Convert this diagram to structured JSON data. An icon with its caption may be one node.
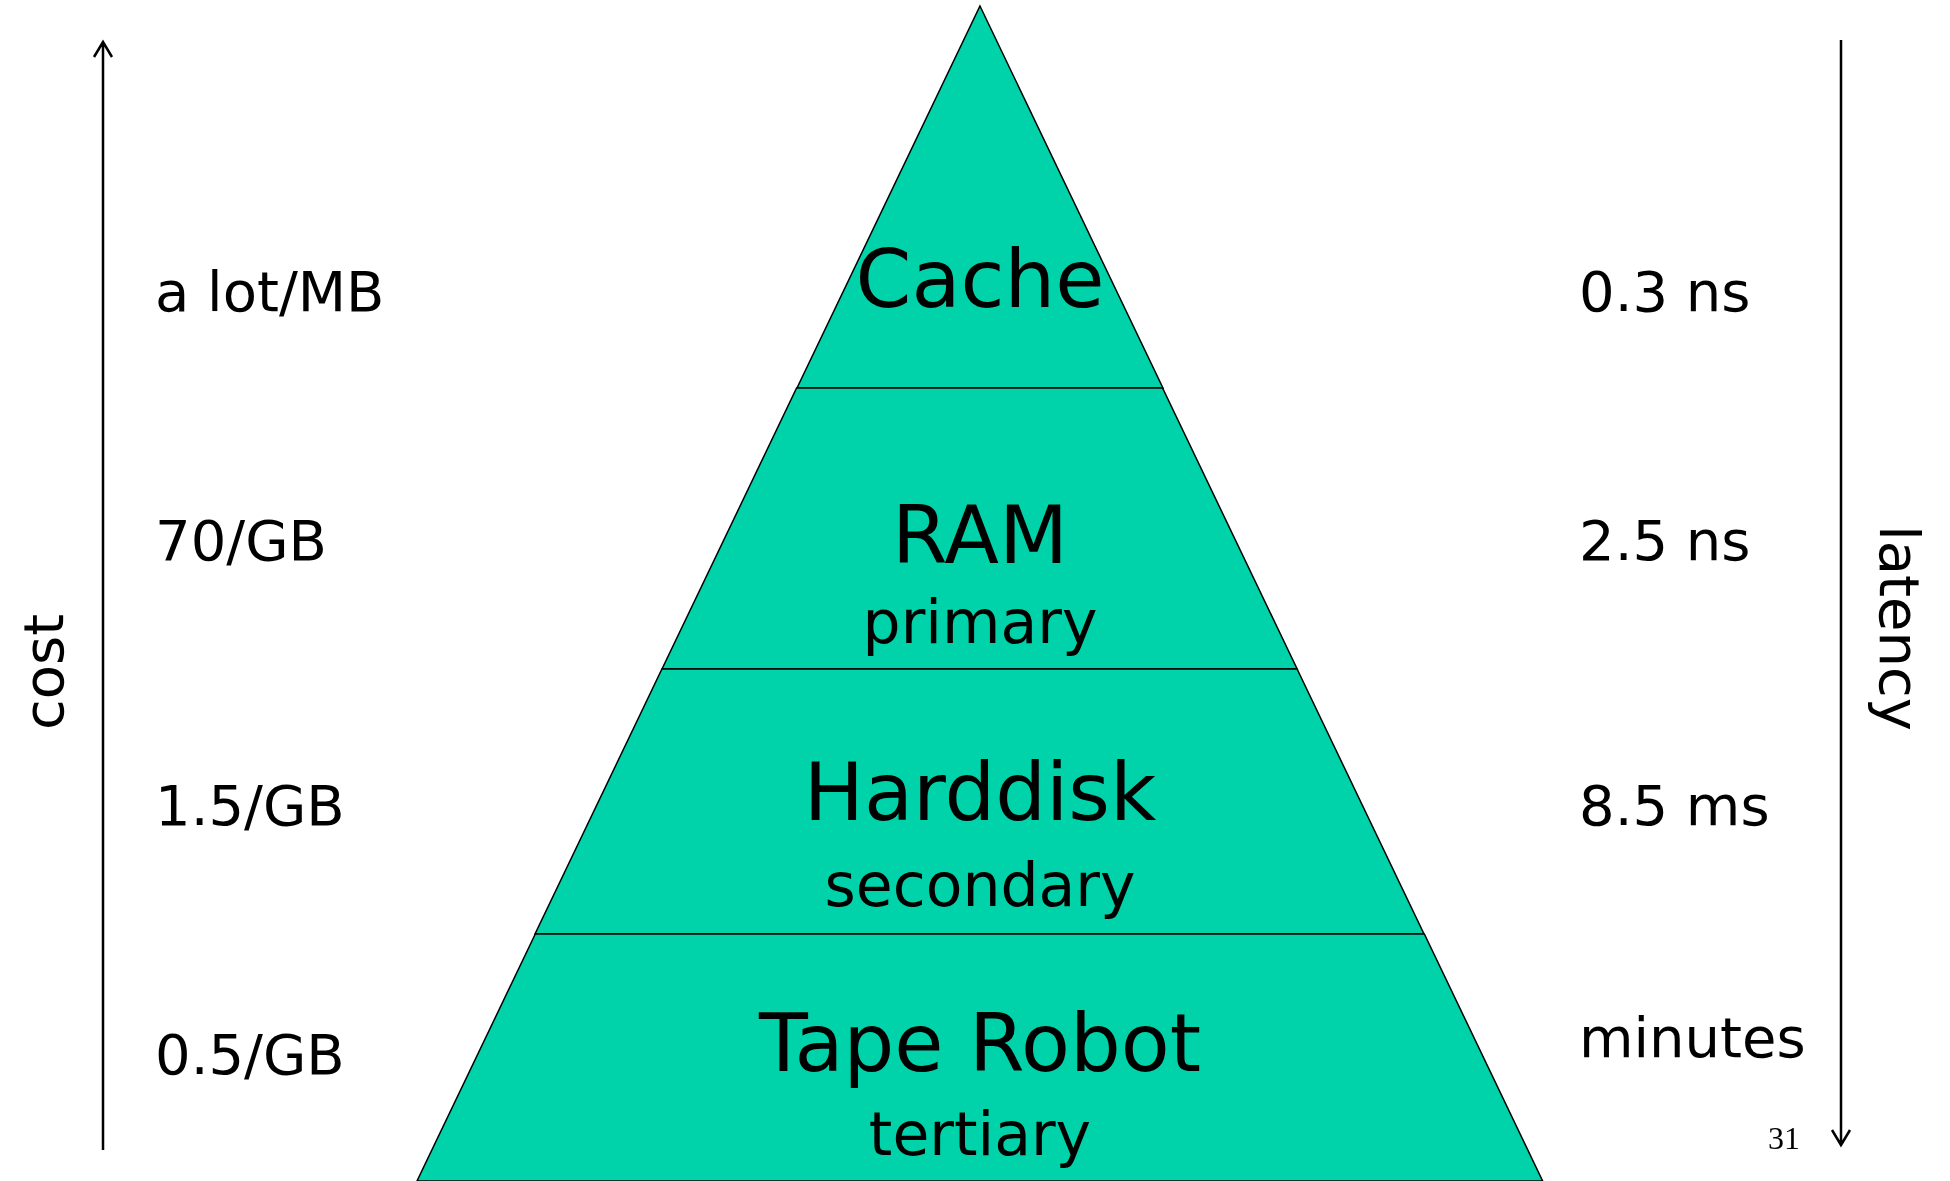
{
  "diagram": {
    "nodes": [
      {
        "text": [
          "Cache"
        ]
      },
      {
        "text": [
          "RAM",
          "primary"
        ]
      },
      {
        "text": [
          "Harddisk",
          "secondary"
        ]
      },
      {
        "text": [
          "Tape Robot",
          "tertiary"
        ]
      }
    ],
    "edges": [],
    "labels": [
      "cost",
      "a lot/MB",
      "70/GB",
      "1.5/GB",
      "0.5/GB",
      "0.3 ns",
      "2.5 ns",
      "8.5 ms",
      "minutes",
      "latency",
      "31"
    ]
  }
}
